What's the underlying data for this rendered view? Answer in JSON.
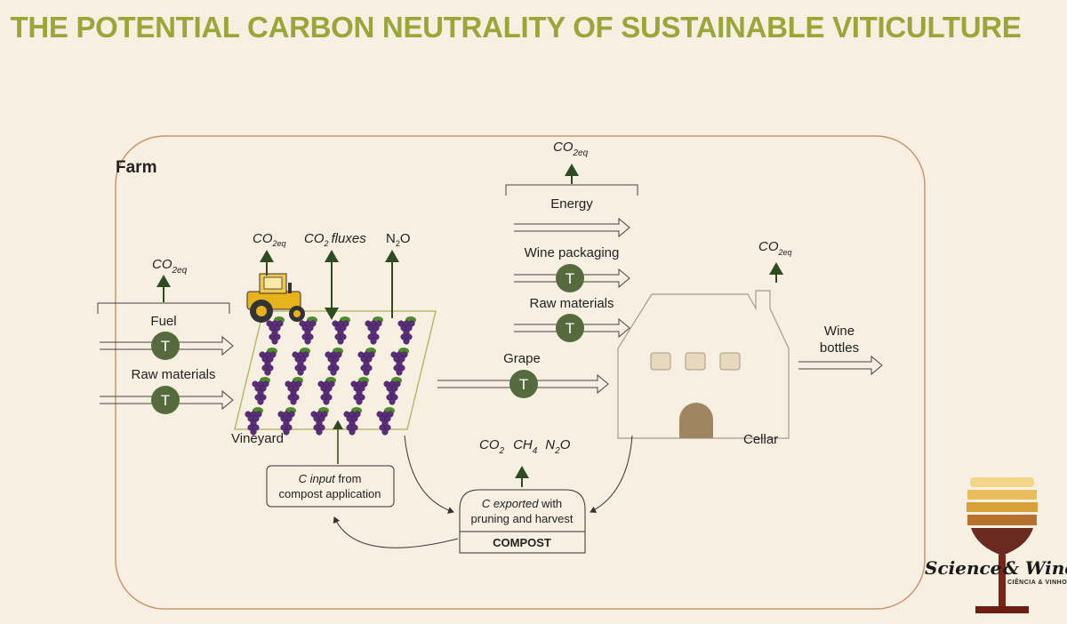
{
  "title": "THE POTENTIAL CARBON NEUTRALITY OF SUSTAINABLE VITICULTURE",
  "farm_label": "Farm",
  "transport_symbol": "T",
  "left_inputs": {
    "emission": "CO",
    "emission_sub": "2eq",
    "fuel": "Fuel",
    "raw_materials": "Raw materials"
  },
  "vineyard": {
    "label": "Vineyard",
    "tractor_emission": "CO",
    "tractor_emission_sub": "2eq",
    "co2_flux": "CO",
    "co2_flux_sub": "2",
    "co2_flux_word": "fluxes",
    "n2o": "N",
    "n2o_sub": "2",
    "n2o_end": "O"
  },
  "grape_label": "Grape",
  "top_inputs": {
    "emission": "CO",
    "emission_sub": "2eq",
    "energy": "Energy",
    "wine_packaging": "Wine packaging",
    "raw_materials": "Raw materials"
  },
  "cellar": {
    "label": "Cellar",
    "emission": "CO",
    "emission_sub": "2eq"
  },
  "output": {
    "line1": "Wine",
    "line2": "bottles"
  },
  "compost": {
    "gases": [
      {
        "main": "CO",
        "sub": "2"
      },
      {
        "main": "CH",
        "sub": "4"
      },
      {
        "main": "N",
        "sub": "2",
        "end": "O"
      }
    ],
    "exported_c": "C",
    "exported_word": "exported",
    "exported_rest": "with",
    "exported_line2": "pruning and harvest",
    "label": "COMPOST"
  },
  "c_input": {
    "c": "C",
    "word": "input",
    "rest": "from",
    "line2": "compost application"
  },
  "brand": {
    "name1": "Science",
    "name2": "& Wine",
    "sub": "CIÊNCIA & VINHO"
  },
  "colors": {
    "title": "#9aa637",
    "transport_circle": "#556b3d",
    "frame": "#c9956b",
    "vineyard_border": "#b8b86a",
    "grape": "#5b2e7a",
    "leaf": "#4e8a2e",
    "tractor": "#e8b21c",
    "door": "#a08660"
  }
}
